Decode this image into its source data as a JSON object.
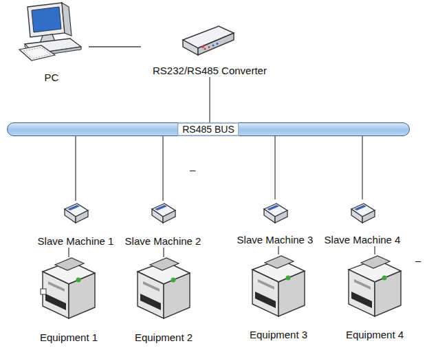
{
  "diagram": {
    "nodes": [
      {
        "text": [
          "PC"
        ]
      },
      {
        "text": [
          "RS232/RS485 Converter"
        ]
      },
      {
        "text": [
          "RS485 BUS"
        ]
      },
      {
        "text": [
          "Slave Machine 1"
        ]
      },
      {
        "text": [
          "Slave Machine 2"
        ]
      },
      {
        "text": [
          "Slave Machine 3"
        ]
      },
      {
        "text": [
          "Slave Machine 4"
        ]
      },
      {
        "text": [
          "Equipment 1"
        ]
      },
      {
        "text": [
          "Equipment 2"
        ]
      },
      {
        "text": [
          "Equipment 3"
        ]
      },
      {
        "text": [
          "Equipment 4"
        ]
      }
    ],
    "edges": [
      {
        "from": 0,
        "to": 1,
        "arrow": "none"
      },
      {
        "from": 1,
        "to": 2,
        "arrow": "none"
      },
      {
        "from": 2,
        "to": 3,
        "arrow": "none"
      },
      {
        "from": 2,
        "to": 4,
        "arrow": "none"
      },
      {
        "from": 2,
        "to": 5,
        "arrow": "none"
      },
      {
        "from": 2,
        "to": 6,
        "arrow": "none"
      },
      {
        "from": 3,
        "to": 7,
        "arrow": "none"
      },
      {
        "from": 4,
        "to": 8,
        "arrow": "none"
      },
      {
        "from": 5,
        "to": 9,
        "arrow": "none"
      },
      {
        "from": 6,
        "to": 10,
        "arrow": "none"
      }
    ],
    "labels": [
      "–",
      "–"
    ]
  }
}
